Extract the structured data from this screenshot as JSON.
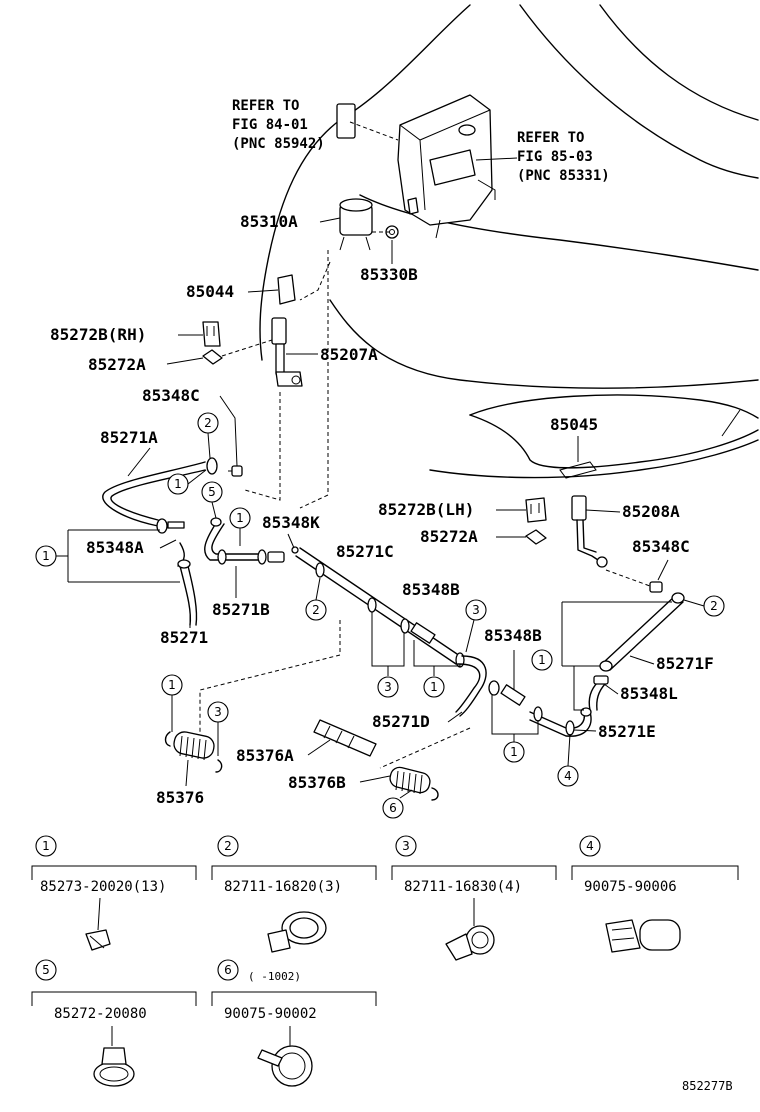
{
  "references": {
    "washer_motor": [
      "REFER TO",
      "FIG 84-01",
      "(PNC 85942)"
    ],
    "washer_jar": [
      "REFER TO",
      "FIG 85-03",
      "(PNC 85331)"
    ]
  },
  "part_labels": {
    "p85310A": "85310A",
    "p85330B": "85330B",
    "p85044": "85044",
    "p85272B_RH": "85272B(RH)",
    "p85272A_left": "85272A",
    "p85207A": "85207A",
    "p85348C_left": "85348C",
    "p85271A": "85271A",
    "p85045": "85045",
    "p85272B_LH": "85272B(LH)",
    "p85208A": "85208A",
    "p85272A_right": "85272A",
    "p85348A": "85348A",
    "p85348K": "85348K",
    "p85271C": "85271C",
    "p85348C_right": "85348C",
    "p85271B": "85271B",
    "p85348B_1": "85348B",
    "p85348B_2": "85348B",
    "p85271": "85271",
    "p85271F": "85271F",
    "p85348L": "85348L",
    "p85271D": "85271D",
    "p85271E": "85271E",
    "p85376A": "85376A",
    "p85376B": "85376B",
    "p85376": "85376"
  },
  "callouts": {
    "c1": "1",
    "c2": "2",
    "c3": "3",
    "c4": "4",
    "c5": "5",
    "c6": "6"
  },
  "legend": [
    {
      "num": "1",
      "part": "85273-20020(13)"
    },
    {
      "num": "2",
      "part": "82711-16820(3)"
    },
    {
      "num": "3",
      "part": "82711-16830(4)"
    },
    {
      "num": "4",
      "part": "90075-90006"
    },
    {
      "num": "5",
      "part": "85272-20080"
    },
    {
      "num": "6",
      "part": "90075-90002",
      "note": "(    -1002)"
    }
  ],
  "figure_code": "852277B"
}
